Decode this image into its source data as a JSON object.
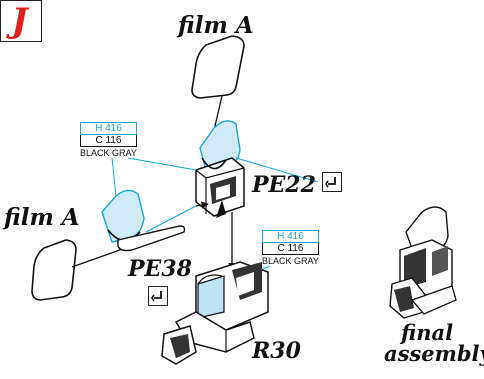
{
  "step": {
    "letter": "J"
  },
  "labels": {
    "film_top": "film A",
    "film_left": "film A",
    "part_pe22": "PE22",
    "part_pe38": "PE38",
    "part_r30": "R30",
    "final_line1": "final",
    "final_line2": "assembly"
  },
  "paint_callouts": [
    {
      "h_code": "H 416",
      "c_code": "C 116",
      "name": "BLACK GRAY"
    },
    {
      "h_code": "H 416",
      "c_code": "C 116",
      "name": "BLACK GRAY"
    }
  ],
  "colors": {
    "step_letter": "#e0201b",
    "callout_blue": "#1aa7d8",
    "film_highlight": "#bfe3f2"
  },
  "icons": [
    "bend-part-icon",
    "bend-part-icon"
  ]
}
